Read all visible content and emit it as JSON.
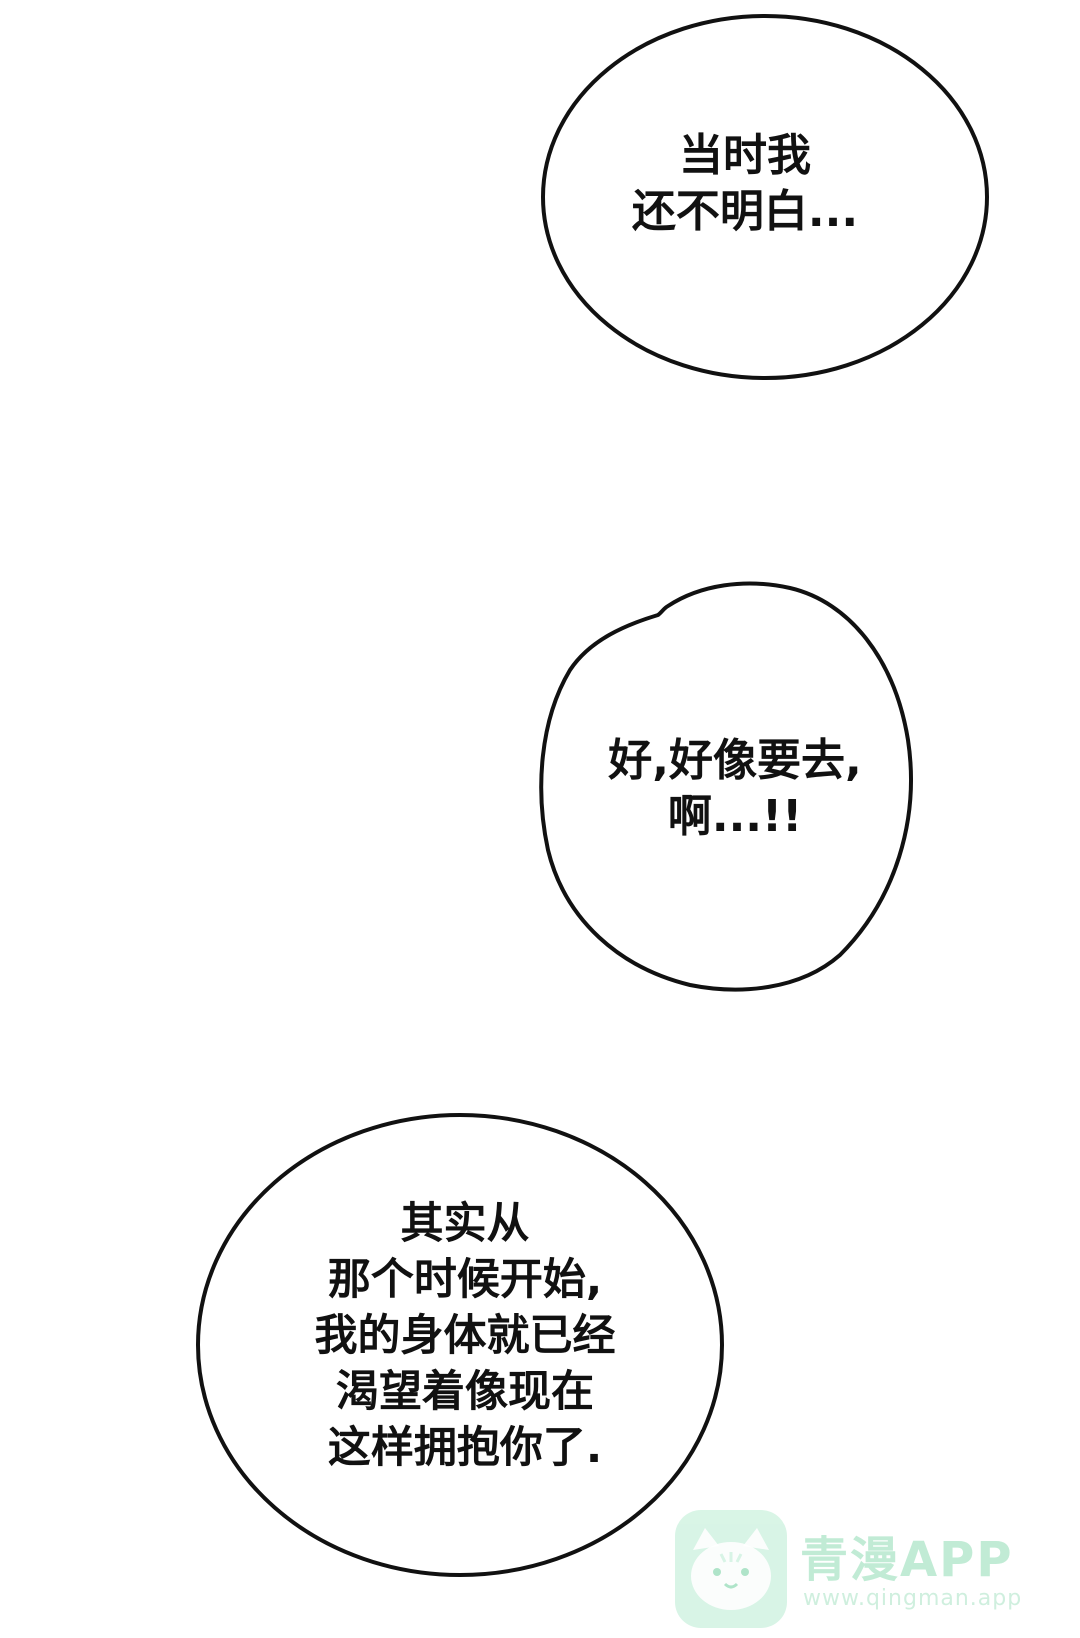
{
  "bubbles": [
    {
      "lines": [
        "当时我",
        "还不明白..."
      ]
    },
    {
      "lines": [
        "好,好像要去,",
        "啊...!!"
      ]
    },
    {
      "lines": [
        "其实从",
        "那个时候开始,",
        "我的身体就已经",
        "渴望着像现在",
        "这样拥抱你了."
      ]
    }
  ],
  "watermark": {
    "brand": "青漫APP",
    "url": "www.qingman.app",
    "icon": "cat-face-icon",
    "color": "#8fdcb3"
  }
}
